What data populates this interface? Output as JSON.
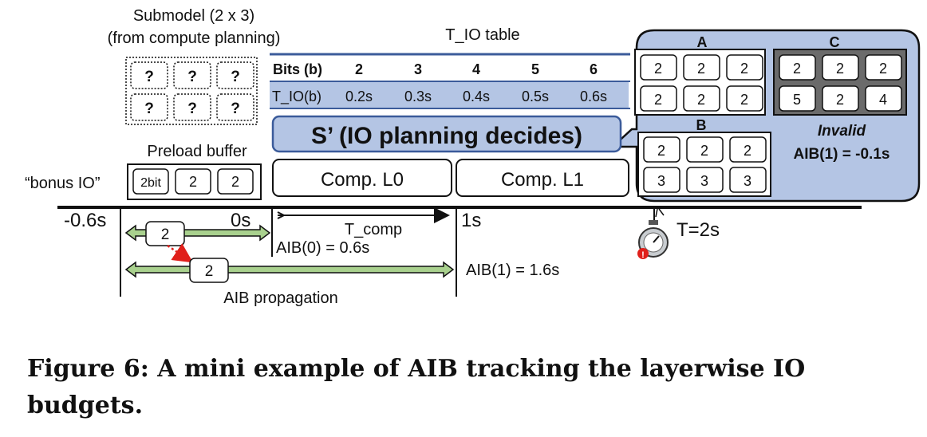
{
  "submodel": {
    "title_line1": "Submodel (2 x 3)",
    "title_line2": "(from compute planning)",
    "cells": [
      "?",
      "?",
      "?",
      "?",
      "?",
      "?"
    ]
  },
  "preload": {
    "title": "Preload buffer",
    "bonus_label": "“bonus IO”",
    "cells": [
      "2bit",
      "2",
      "2"
    ]
  },
  "tio_table": {
    "title": "T_IO table",
    "header_label": "Bits (b)",
    "bits": [
      "2",
      "3",
      "4",
      "5",
      "6"
    ],
    "row_label": "T_IO(b)",
    "times": [
      "0.2s",
      "0.3s",
      "0.4s",
      "0.5s",
      "0.6s"
    ]
  },
  "banner": "S’ (IO planning decides)",
  "compute": {
    "l0": "Comp. L0",
    "l1": "Comp. L1"
  },
  "timeline": {
    "t_neg": "-0.6s",
    "t_zero": "0s",
    "t_one": "1s",
    "t_comp": "T_comp",
    "aib0": "AIB(0) = 0.6s",
    "aib1": "AIB(1) = 1.6s",
    "deadline": "T=2s",
    "propagation": "AIB propagation",
    "arrow_box1": "2",
    "arrow_box2": "2"
  },
  "callout": {
    "a_label": "A",
    "a_cells": [
      "2",
      "2",
      "2",
      "2",
      "2",
      "2"
    ],
    "b_label": "B",
    "b_cells": [
      "2",
      "2",
      "2",
      "3",
      "3",
      "3"
    ],
    "c_label": "C",
    "c_cells": [
      "2",
      "2",
      "2",
      "5",
      "2",
      "4"
    ],
    "invalid": "Invalid",
    "aib_result": "AIB(1) = -0.1s"
  },
  "colors": {
    "blue_fill": "#b4c5e4",
    "blue_stroke": "#3b5b9a",
    "green_fill": "#a9d18e",
    "dark_gray": "#6b6b6b",
    "red": "#e0201b"
  },
  "caption": "Figure 6: A mini example of AIB tracking the layerwise IO budgets."
}
